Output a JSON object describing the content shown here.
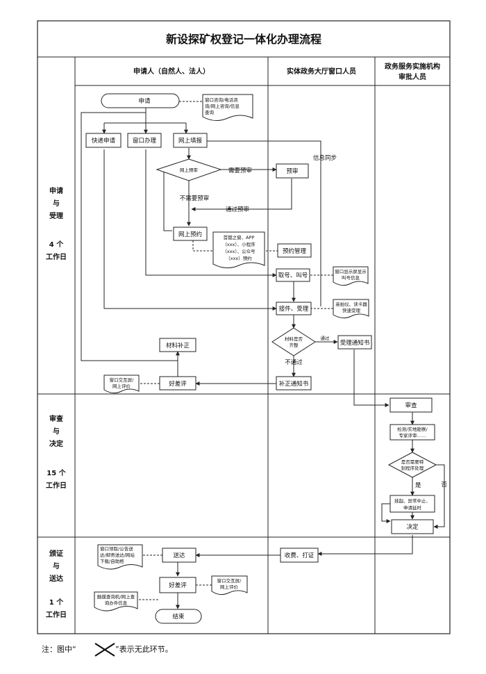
{
  "title": "新设探矿权登记一体化办理流程",
  "columns": {
    "applicant": "申请人（自然人、法人）",
    "window": "实体政务大厅窗口人员",
    "approver_line1": "政务服务实施机构",
    "approver_line2": "审批人员"
  },
  "phases": [
    {
      "lines": [
        "申请",
        "与",
        "受理"
      ],
      "days": [
        "4 个",
        "工作日"
      ]
    },
    {
      "lines": [
        "审查",
        "与",
        "决定"
      ],
      "days": [
        "15 个",
        "工作日"
      ]
    },
    {
      "lines": [
        "颁证",
        "与",
        "送达"
      ],
      "days": [
        "1 个",
        "工作日"
      ]
    }
  ],
  "nodes": {
    "apply": "申请",
    "consult": [
      "窗口咨询/电话咨",
      "询/网上咨询/信息",
      "查询"
    ],
    "fast": "快递申请",
    "window": "窗口办理",
    "online": "网上填报",
    "pre_q": "网上预审",
    "need_pre": "需要预审",
    "pre": "预审",
    "no_pre": "不需要预审",
    "pass_pre": "通过预审",
    "sync": "信息同步",
    "reserve": "网上预约",
    "reserve_via": [
      "首都之窗、APP",
      "（xxx）、小程序",
      "（xxx）、公众号",
      "（xxx）预约"
    ],
    "reserve_mgmt": "预约管理",
    "queue": "取号、叫号",
    "screen": [
      "窗口显示屏显示",
      "叫号信息"
    ],
    "receive": "接件、受理",
    "scan": [
      "高拍仪、读卡器",
      "快速受理"
    ],
    "complete_q": [
      "材料是否",
      "齐整"
    ],
    "pass": "通过",
    "not_pass": "不通过",
    "accept_notice": "受理通知书",
    "supplement_notice": "补正通知书",
    "supplement": "材料补正",
    "rating": "好差评",
    "rating_via": [
      "窗口交互屏/",
      "网上评价"
    ],
    "review": "审查",
    "inspect": [
      "检测/实地勘察/",
      "专家评审……"
    ],
    "special_q": [
      "是否需要特",
      "别程序处理"
    ],
    "yes": "是",
    "no": "否",
    "suspend": [
      "挂起、异常中止、",
      "申请延时"
    ],
    "decide": "决定",
    "fee": "收费、打证",
    "deliver": "送达",
    "deliver_via": [
      "窗口领取/公告送",
      "达/邮寄送达/网站",
      "下载/自助柜"
    ],
    "rating2": "好差评",
    "rating2_via": [
      "窗口交互屏/",
      "网上评价"
    ],
    "archive": [
      "触摸查询机/网上查",
      "询办件信息"
    ],
    "end": "结束"
  },
  "footer": {
    "prefix": "注：图中“",
    "suffix": "”表示无此环节。"
  }
}
